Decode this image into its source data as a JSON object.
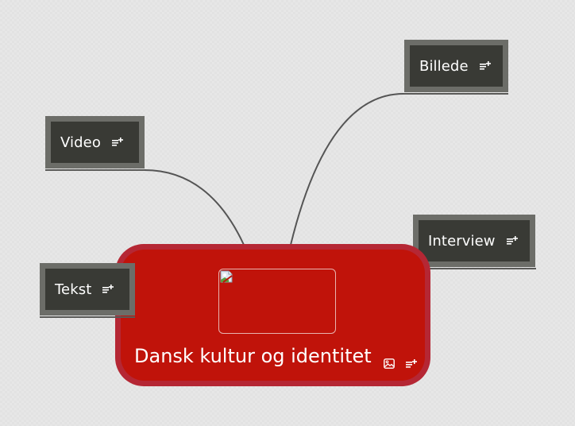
{
  "mindmap": {
    "central_topic": {
      "title": "Dansk kultur og identitet",
      "has_image": true,
      "image_state": "broken",
      "icons": [
        "image-icon",
        "add-note-icon"
      ],
      "colors": {
        "fill": "#c0130a",
        "border": "#b52734",
        "text": "#ffffff"
      }
    },
    "subtopics": [
      {
        "id": "billede",
        "label": "Billede",
        "icon": "add-note-icon"
      },
      {
        "id": "video",
        "label": "Video",
        "icon": "add-note-icon"
      },
      {
        "id": "interview",
        "label": "Interview",
        "icon": "add-note-icon"
      },
      {
        "id": "tekst",
        "label": "Tekst",
        "icon": "add-note-icon"
      }
    ],
    "subtopic_colors": {
      "fill": "#393a35",
      "border": "#6c6d68",
      "text": "#ffffff"
    },
    "connector_color": "#555555",
    "background_color": "#e2e2e2"
  }
}
